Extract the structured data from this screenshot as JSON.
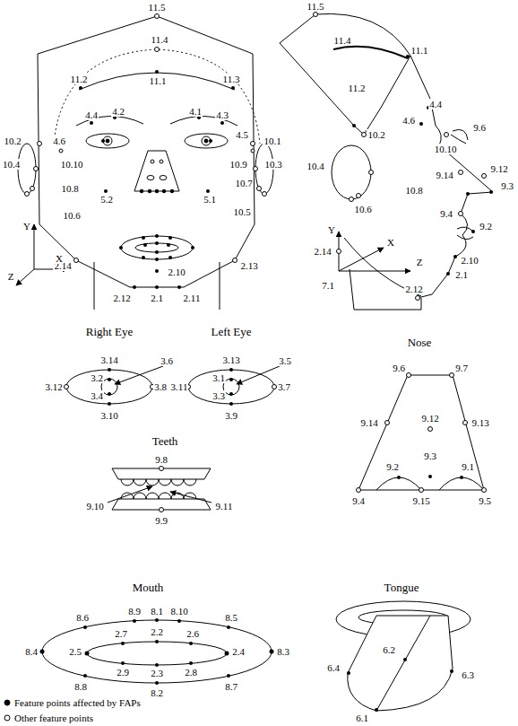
{
  "diagram": {
    "labels": [
      "11.5",
      "11.4",
      "11.2",
      "11.1",
      "11.3",
      "4.4",
      "4.2",
      "4.1",
      "4.3",
      "10.2",
      "4.6",
      "4.5",
      "10.1",
      "10.4",
      "10.10",
      "10.9",
      "10.3",
      "5.2",
      "5.1",
      "10.8",
      "10.7",
      "10.6",
      "10.5",
      "2.14",
      "2.13",
      "2.10",
      "2.12",
      "2.1",
      "2.11",
      "Y",
      "X",
      "Z",
      "11.5",
      "11.4",
      "11.1",
      "11.2",
      "4.4",
      "4.6",
      "9.6",
      "10.2",
      "10.10",
      "10.4",
      "9.14",
      "9.12",
      "9.3",
      "10.8",
      "10.6",
      "9.4",
      "9.2",
      "Y",
      "X",
      "2.14",
      "7.1",
      "Z",
      "2.10",
      "2.1",
      "2.12",
      "Right Eye",
      "Left Eye",
      "Nose",
      "3.14",
      "3.6",
      "3.2",
      "3.12",
      "3.8",
      "3.4",
      "3.10",
      "3.13",
      "3.5",
      "3.1",
      "3.11",
      "3.7",
      "3.3",
      "3.9",
      "Teeth",
      "9.6",
      "9.7",
      "9.14",
      "9.12",
      "9.13",
      "9.3",
      "9.2",
      "9.1",
      "9.4",
      "9.15",
      "9.5",
      "9.8",
      "9.10",
      "9.11",
      "9.9",
      "Mouth",
      "Tongue",
      "8.6",
      "8.9",
      "8.10",
      "8.5",
      "8.1",
      "2.7",
      "2.2",
      "2.6",
      "8.4",
      "2.5",
      "2.4",
      "8.3",
      "2.9",
      "2.3",
      "2.8",
      "8.8",
      "8.2",
      "8.7",
      "6.2",
      "6.4",
      "6.3",
      "6.1"
    ],
    "legend": [
      {
        "text": "Feature points affected by FAPs"
      },
      {
        "text": "Other feature points"
      }
    ]
  }
}
